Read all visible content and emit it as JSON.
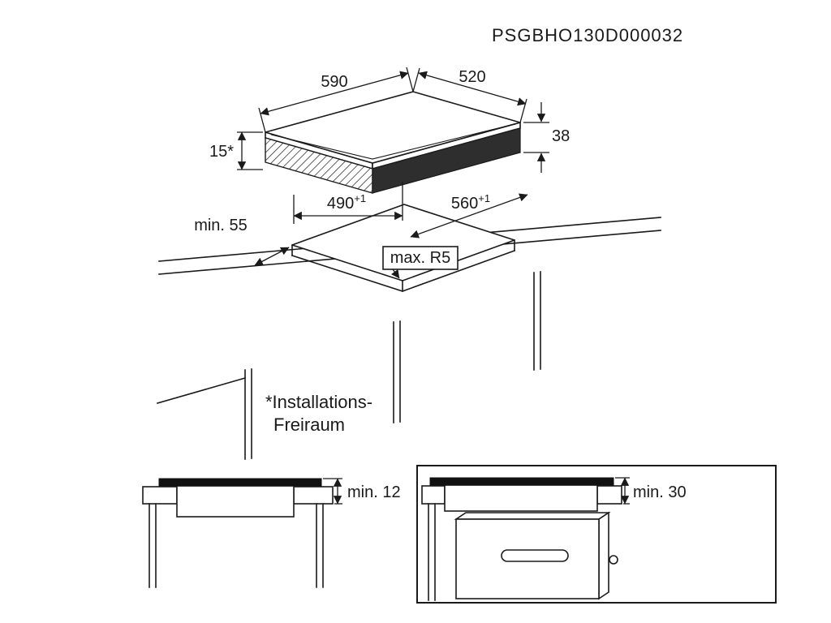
{
  "title": "PSGBHO130D000032",
  "colors": {
    "line": "#1a1a1a",
    "hob_side_dark": "#2e2e2e",
    "glass_dark": "#111111",
    "background": "#ffffff"
  },
  "iso_view": {
    "width": "590",
    "depth": "520",
    "height": "38",
    "clearance_below": "15*"
  },
  "cutout_view": {
    "front_edge_distance": "min. 55",
    "cutout_depth": "490",
    "cutout_depth_sup": "+1",
    "cutout_width": "560",
    "cutout_width_sup": "+1",
    "corner_radius": "max. R5"
  },
  "note": {
    "line1": "*Installations-",
    "line2": "Freiraum"
  },
  "drawer_view": {
    "clearance": "min. 12"
  },
  "oven_view": {
    "clearance": "min. 30"
  }
}
